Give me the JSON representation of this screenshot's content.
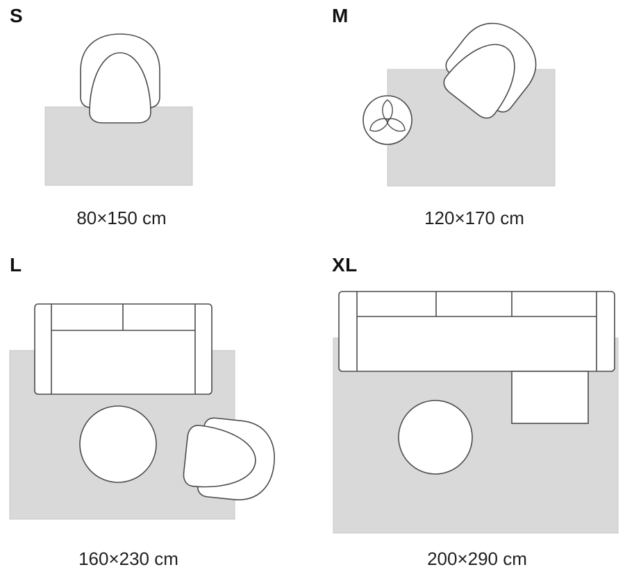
{
  "page": {
    "background": "#ffffff",
    "description_colors": {
      "rug_fill": "#d9d9d9",
      "rug_border": "#c8c8c8",
      "furniture_outline": "#4a4a4a",
      "text": "#1a1a1a"
    }
  },
  "sizes": [
    {
      "id": "s",
      "label": "S",
      "dimensions": "80×150 cm",
      "furniture": [
        "armchair"
      ]
    },
    {
      "id": "m",
      "label": "M",
      "dimensions": "120×170 cm",
      "furniture": [
        "armchair",
        "plant"
      ]
    },
    {
      "id": "l",
      "label": "L",
      "dimensions": "160×230 cm",
      "furniture": [
        "sofa",
        "pouf",
        "armchair"
      ]
    },
    {
      "id": "xl",
      "label": "XL",
      "dimensions": "200×290 cm",
      "furniture": [
        "corner-sofa",
        "coffee-table"
      ]
    }
  ]
}
